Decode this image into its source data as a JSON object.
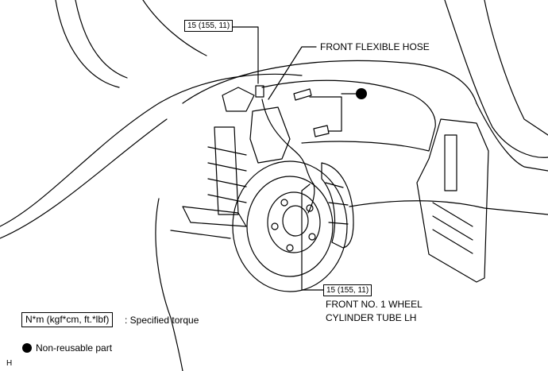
{
  "callouts": {
    "torque_top": "15 (155, 11)",
    "torque_bottom": "15 (155, 11)",
    "front_flexible_hose": "FRONT FLEXIBLE HOSE",
    "wheel_cylinder_tube_line1": "FRONT NO. 1 WHEEL",
    "wheel_cylinder_tube_line2": "CYLINDER TUBE LH"
  },
  "legend": {
    "torque_unit": "N*m (kgf*cm, ft.*lbf)",
    "torque_desc": ": Specified torque",
    "non_reusable": "Non-reusable part"
  },
  "corner_mark": "H"
}
